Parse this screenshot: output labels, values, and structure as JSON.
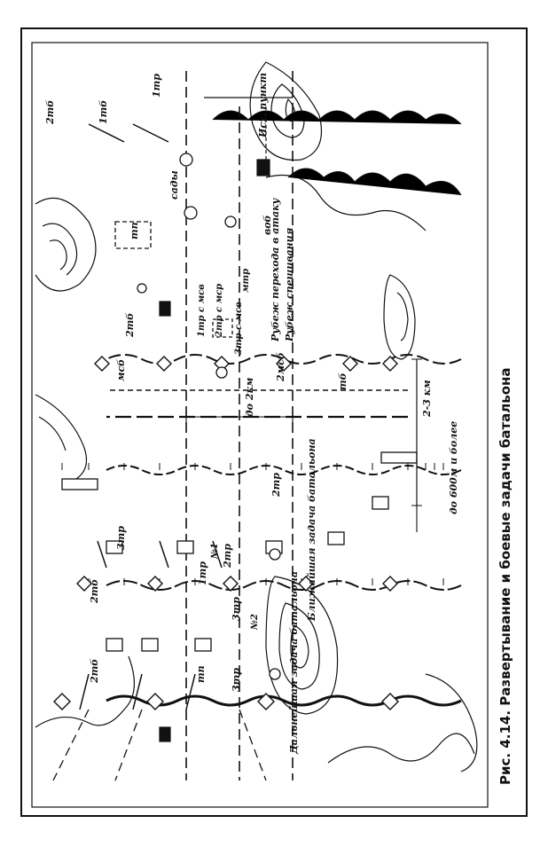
{
  "figure": {
    "caption": "Рис. 4.14. Развертывание и боевые задачи батальона"
  },
  "labels": {
    "start_point": "Исх. пункт",
    "sady": "сады",
    "vob": "воб",
    "tp": "тп",
    "line_transition": "Рубеж перехода в атаку",
    "line_dismount": "Рубеж спешивания",
    "near_task": "Ближайшая задача батальона",
    "far_task": "Дальнейшая задача батальона",
    "dist_2_3km": "2-3 км",
    "dist_600m": "до 600м и более",
    "dist_800m": "до 2км",
    "no1": "№1",
    "no2": "№2"
  },
  "units": {
    "tb2": "2тб",
    "tb1": "1тб",
    "tr1": "1тр",
    "tr2": "2тр",
    "tr3": "3тр",
    "msb": "мсб",
    "msb2": "2мсб",
    "tb": "тб",
    "tr1_msv": "1тр с мсв",
    "tr2_msv": "2тр с мср",
    "tr_msv": "3тр с мсв",
    "mtr": "мтр",
    "tp": "тп"
  },
  "colors": {
    "ink": "#111111",
    "paper": "#ffffff"
  }
}
